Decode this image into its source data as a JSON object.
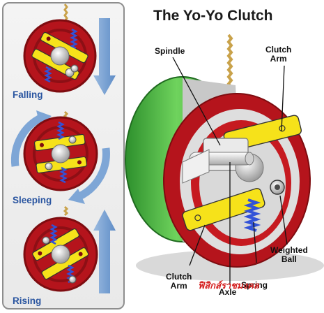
{
  "title": "The Yo-Yo Clutch",
  "states": [
    {
      "label": "Falling"
    },
    {
      "label": "Sleeping"
    },
    {
      "label": "Rising"
    }
  ],
  "callouts": {
    "spindle": "Spindle",
    "clutch_arm_top": "Clutch\nArm",
    "weighted_ball": "Weighted\nBall",
    "spring": "Spring",
    "axle": "Axle",
    "clutch_arm_bottom": "Clutch\nArm"
  },
  "watermark": "ฟิสิกส์ราชมงคล",
  "colors": {
    "yoyo_red": "#b5141c",
    "yoyo_dark_red": "#7e0c10",
    "arm_yellow": "#f6e21a",
    "spring_blue": "#3252d8",
    "green_half": "#3fae3a",
    "arrow_blue": "#7ea6d6",
    "label_blue": "#2a55a0"
  }
}
